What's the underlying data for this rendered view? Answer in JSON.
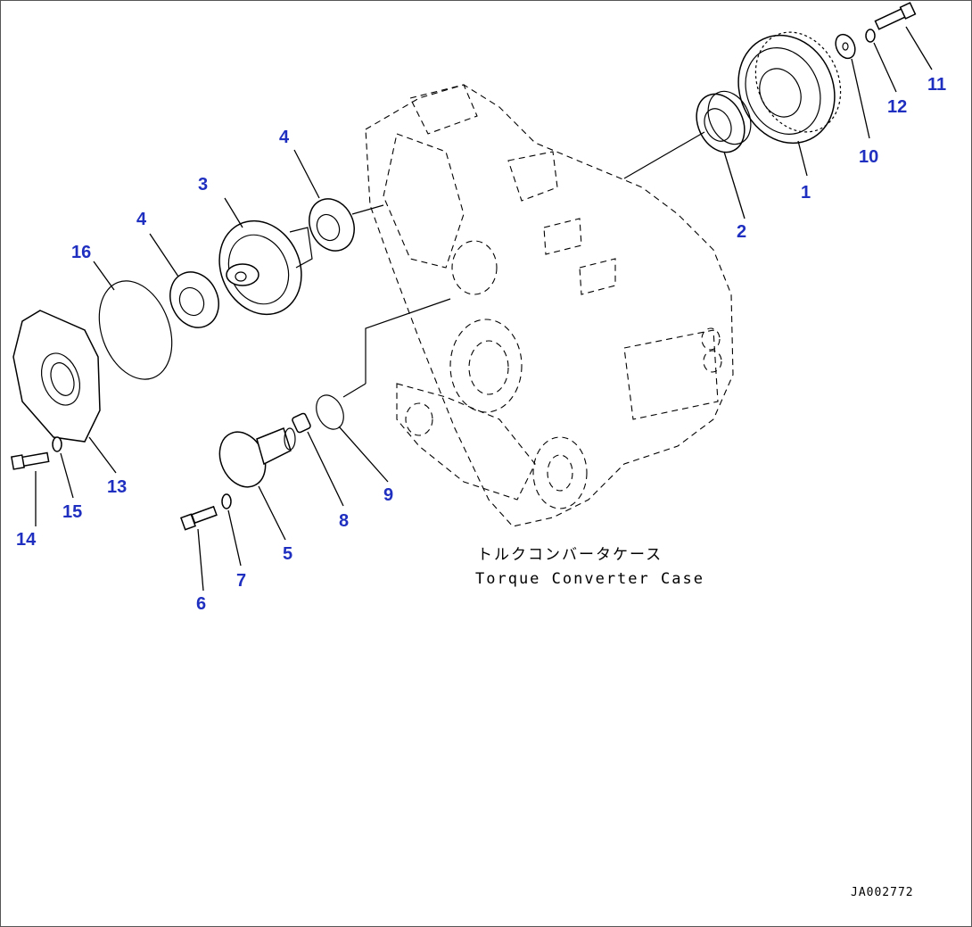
{
  "diagram": {
    "callouts": [
      {
        "id": "c1",
        "text": "1"
      },
      {
        "id": "c2",
        "text": "2"
      },
      {
        "id": "c3",
        "text": "3"
      },
      {
        "id": "c4a",
        "text": "4"
      },
      {
        "id": "c4b",
        "text": "4"
      },
      {
        "id": "c5",
        "text": "5"
      },
      {
        "id": "c6",
        "text": "6"
      },
      {
        "id": "c7",
        "text": "7"
      },
      {
        "id": "c8",
        "text": "8"
      },
      {
        "id": "c9",
        "text": "9"
      },
      {
        "id": "c10",
        "text": "10"
      },
      {
        "id": "c11",
        "text": "11"
      },
      {
        "id": "c12",
        "text": "12"
      },
      {
        "id": "c13",
        "text": "13"
      },
      {
        "id": "c14",
        "text": "14"
      },
      {
        "id": "c15",
        "text": "15"
      },
      {
        "id": "c16",
        "text": "16"
      }
    ],
    "case_label_jp": "トルクコンバータケース",
    "case_label_en": "Torque Converter Case",
    "figure_id": "JA002772",
    "callout_color": "#1f2fbf",
    "line_color": "#000000"
  }
}
